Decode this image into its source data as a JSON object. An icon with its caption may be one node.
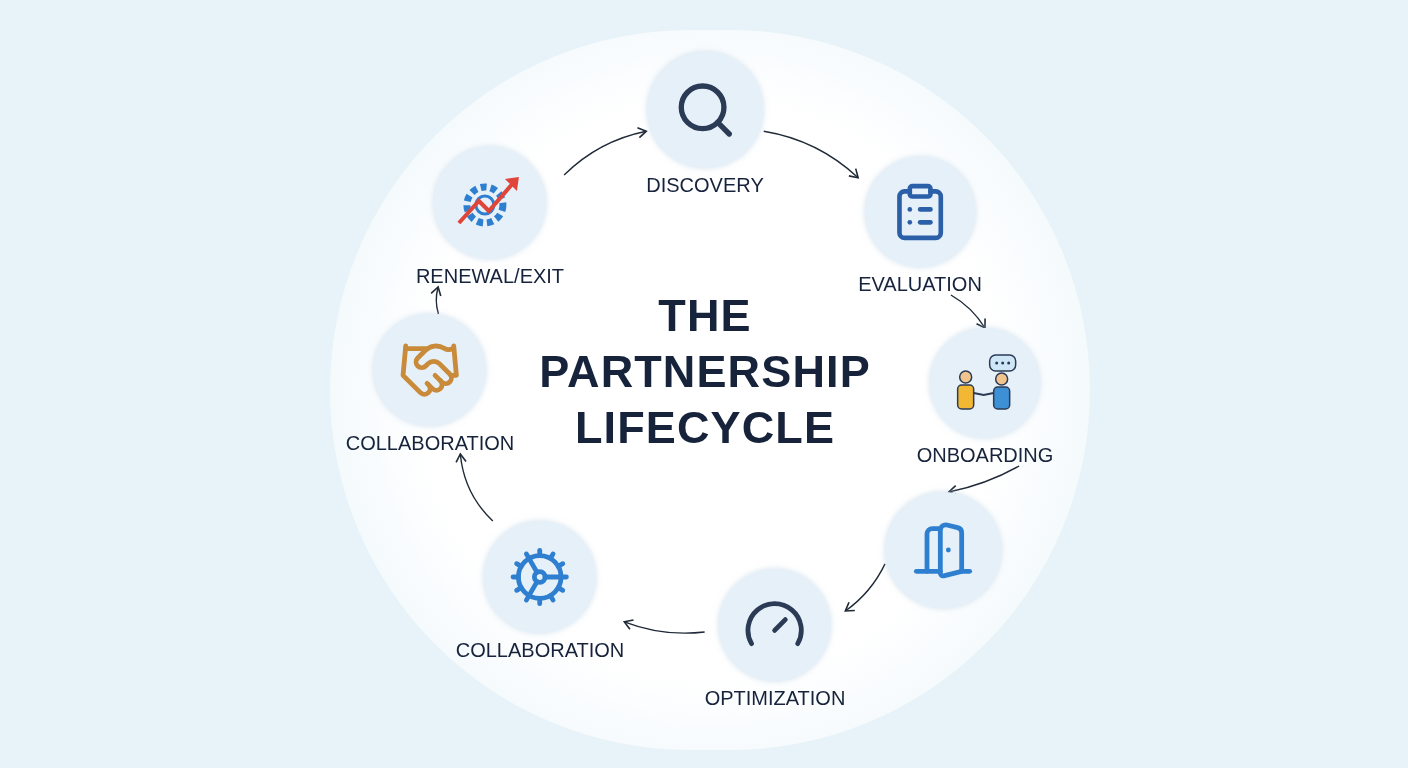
{
  "diagram": {
    "title": "THE PARTNERSHIP LIFECYCLE",
    "nodes": [
      {
        "text": [
          "DISCOVERY"
        ]
      },
      {
        "text": [
          "EVALUATION"
        ]
      },
      {
        "text": [
          "ONBOARDING"
        ]
      },
      {
        "text": [],
        "shape": "circle"
      },
      {
        "text": [
          "OPTIMIZATION"
        ]
      },
      {
        "text": [
          "COLLABORATION"
        ]
      },
      {
        "text": [
          "COLLABORATION"
        ]
      },
      {
        "text": [
          "RENEWAL/EXIT"
        ]
      }
    ],
    "edges": [
      {
        "from": 7,
        "to": 0,
        "arrow": "to"
      },
      {
        "from": 0,
        "to": 1,
        "arrow": "to"
      },
      {
        "from": 1,
        "to": 2,
        "arrow": "to"
      },
      {
        "from": 2,
        "to": 3,
        "arrow": "to"
      },
      {
        "from": 3,
        "to": 4,
        "arrow": "to"
      },
      {
        "from": 4,
        "to": 5,
        "arrow": "to"
      },
      {
        "from": 5,
        "to": 6,
        "arrow": "to"
      },
      {
        "from": 6,
        "to": 7,
        "arrow": "to"
      }
    ]
  }
}
